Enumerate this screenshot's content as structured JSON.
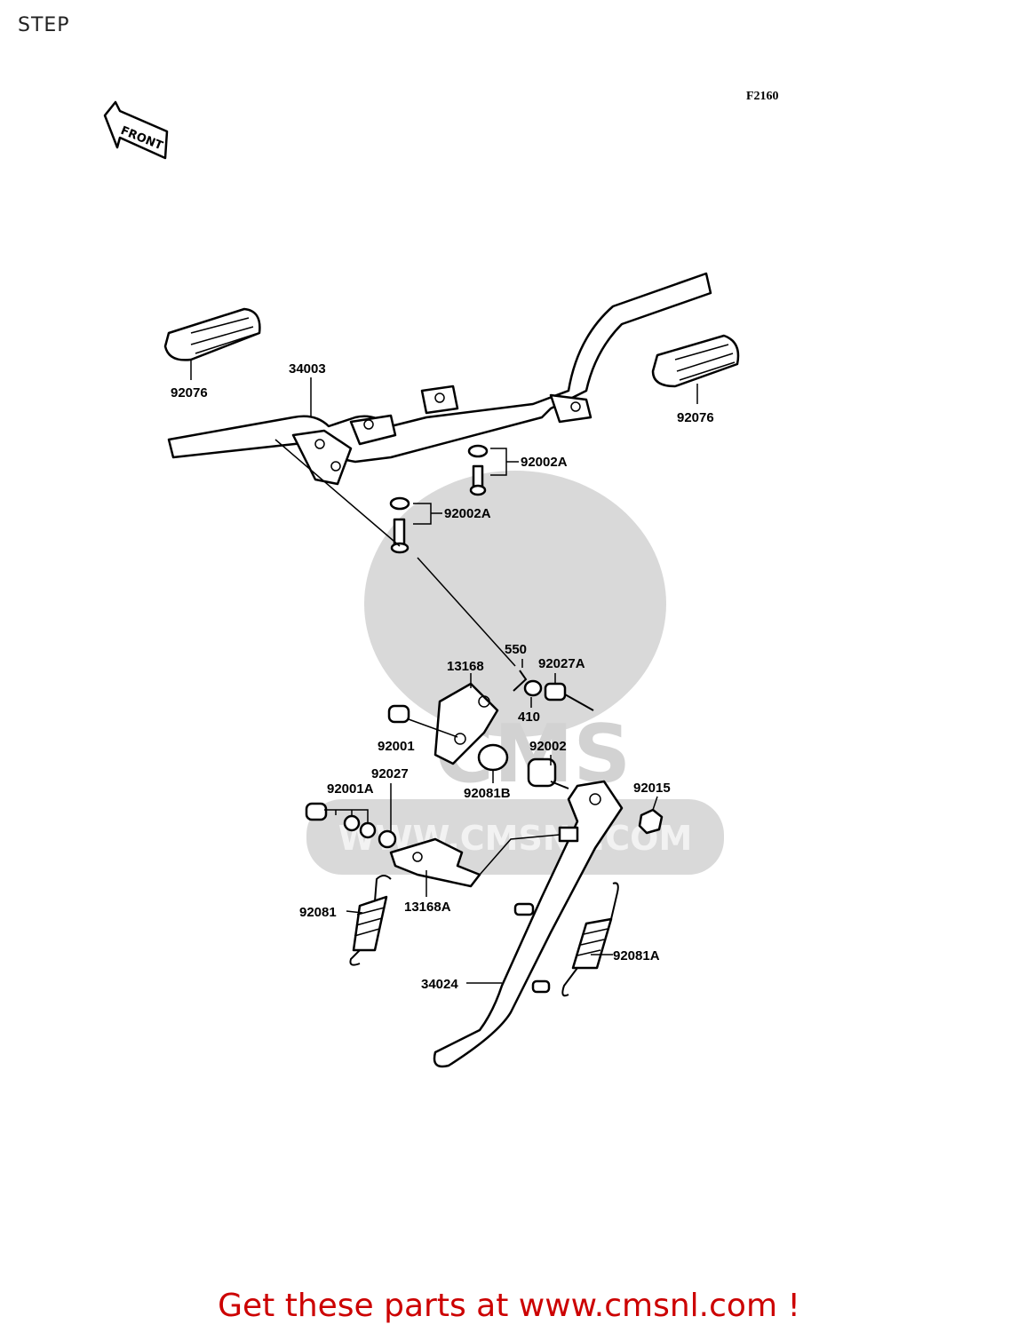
{
  "page": {
    "title": "STEP",
    "diagram_code": "F2160",
    "front_arrow_label": "FRONT",
    "watermark_text": "WWW.CMSNL.COM",
    "watermark_logo_text": "CMS",
    "promo": "Get these parts at www.cmsnl.com !"
  },
  "callouts": [
    {
      "id": "c-92076-left",
      "text": "92076"
    },
    {
      "id": "c-34003",
      "text": "34003"
    },
    {
      "id": "c-92076-right",
      "text": "92076"
    },
    {
      "id": "c-92002A-1",
      "text": "92002A"
    },
    {
      "id": "c-92002A-2",
      "text": "92002A"
    },
    {
      "id": "c-550",
      "text": "550"
    },
    {
      "id": "c-13168",
      "text": "13168"
    },
    {
      "id": "c-92027A",
      "text": "92027A"
    },
    {
      "id": "c-410",
      "text": "410"
    },
    {
      "id": "c-92001",
      "text": "92001"
    },
    {
      "id": "c-92002",
      "text": "92002"
    },
    {
      "id": "c-92027",
      "text": "92027"
    },
    {
      "id": "c-92081B",
      "text": "92081B"
    },
    {
      "id": "c-92001A",
      "text": "92001A"
    },
    {
      "id": "c-92015",
      "text": "92015"
    },
    {
      "id": "c-92081",
      "text": "92081"
    },
    {
      "id": "c-13168A",
      "text": "13168A"
    },
    {
      "id": "c-92081A",
      "text": "92081A"
    },
    {
      "id": "c-34024",
      "text": "34024"
    }
  ]
}
